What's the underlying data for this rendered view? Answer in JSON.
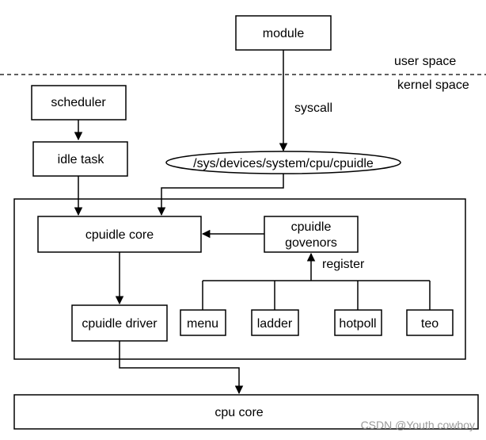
{
  "labels": {
    "user_space": "user space",
    "kernel_space": "kernel space",
    "syscall": "syscall",
    "register": "register"
  },
  "nodes": {
    "module": "module",
    "scheduler": "scheduler",
    "idle_task": "idle task",
    "sysfs": "/sys/devices/system/cpu/cpuidle",
    "cpuidle_core": "cpuidle core",
    "cpuidle_governors_line1": "cpuidle",
    "cpuidle_governors_line2": "govenors",
    "cpuidle_driver": "cpuidle driver",
    "menu": "menu",
    "ladder": "ladder",
    "hotpoll": "hotpoll",
    "teo": "teo",
    "cpu_core": "cpu core"
  },
  "watermark": "CSDN @Youth cowboy"
}
